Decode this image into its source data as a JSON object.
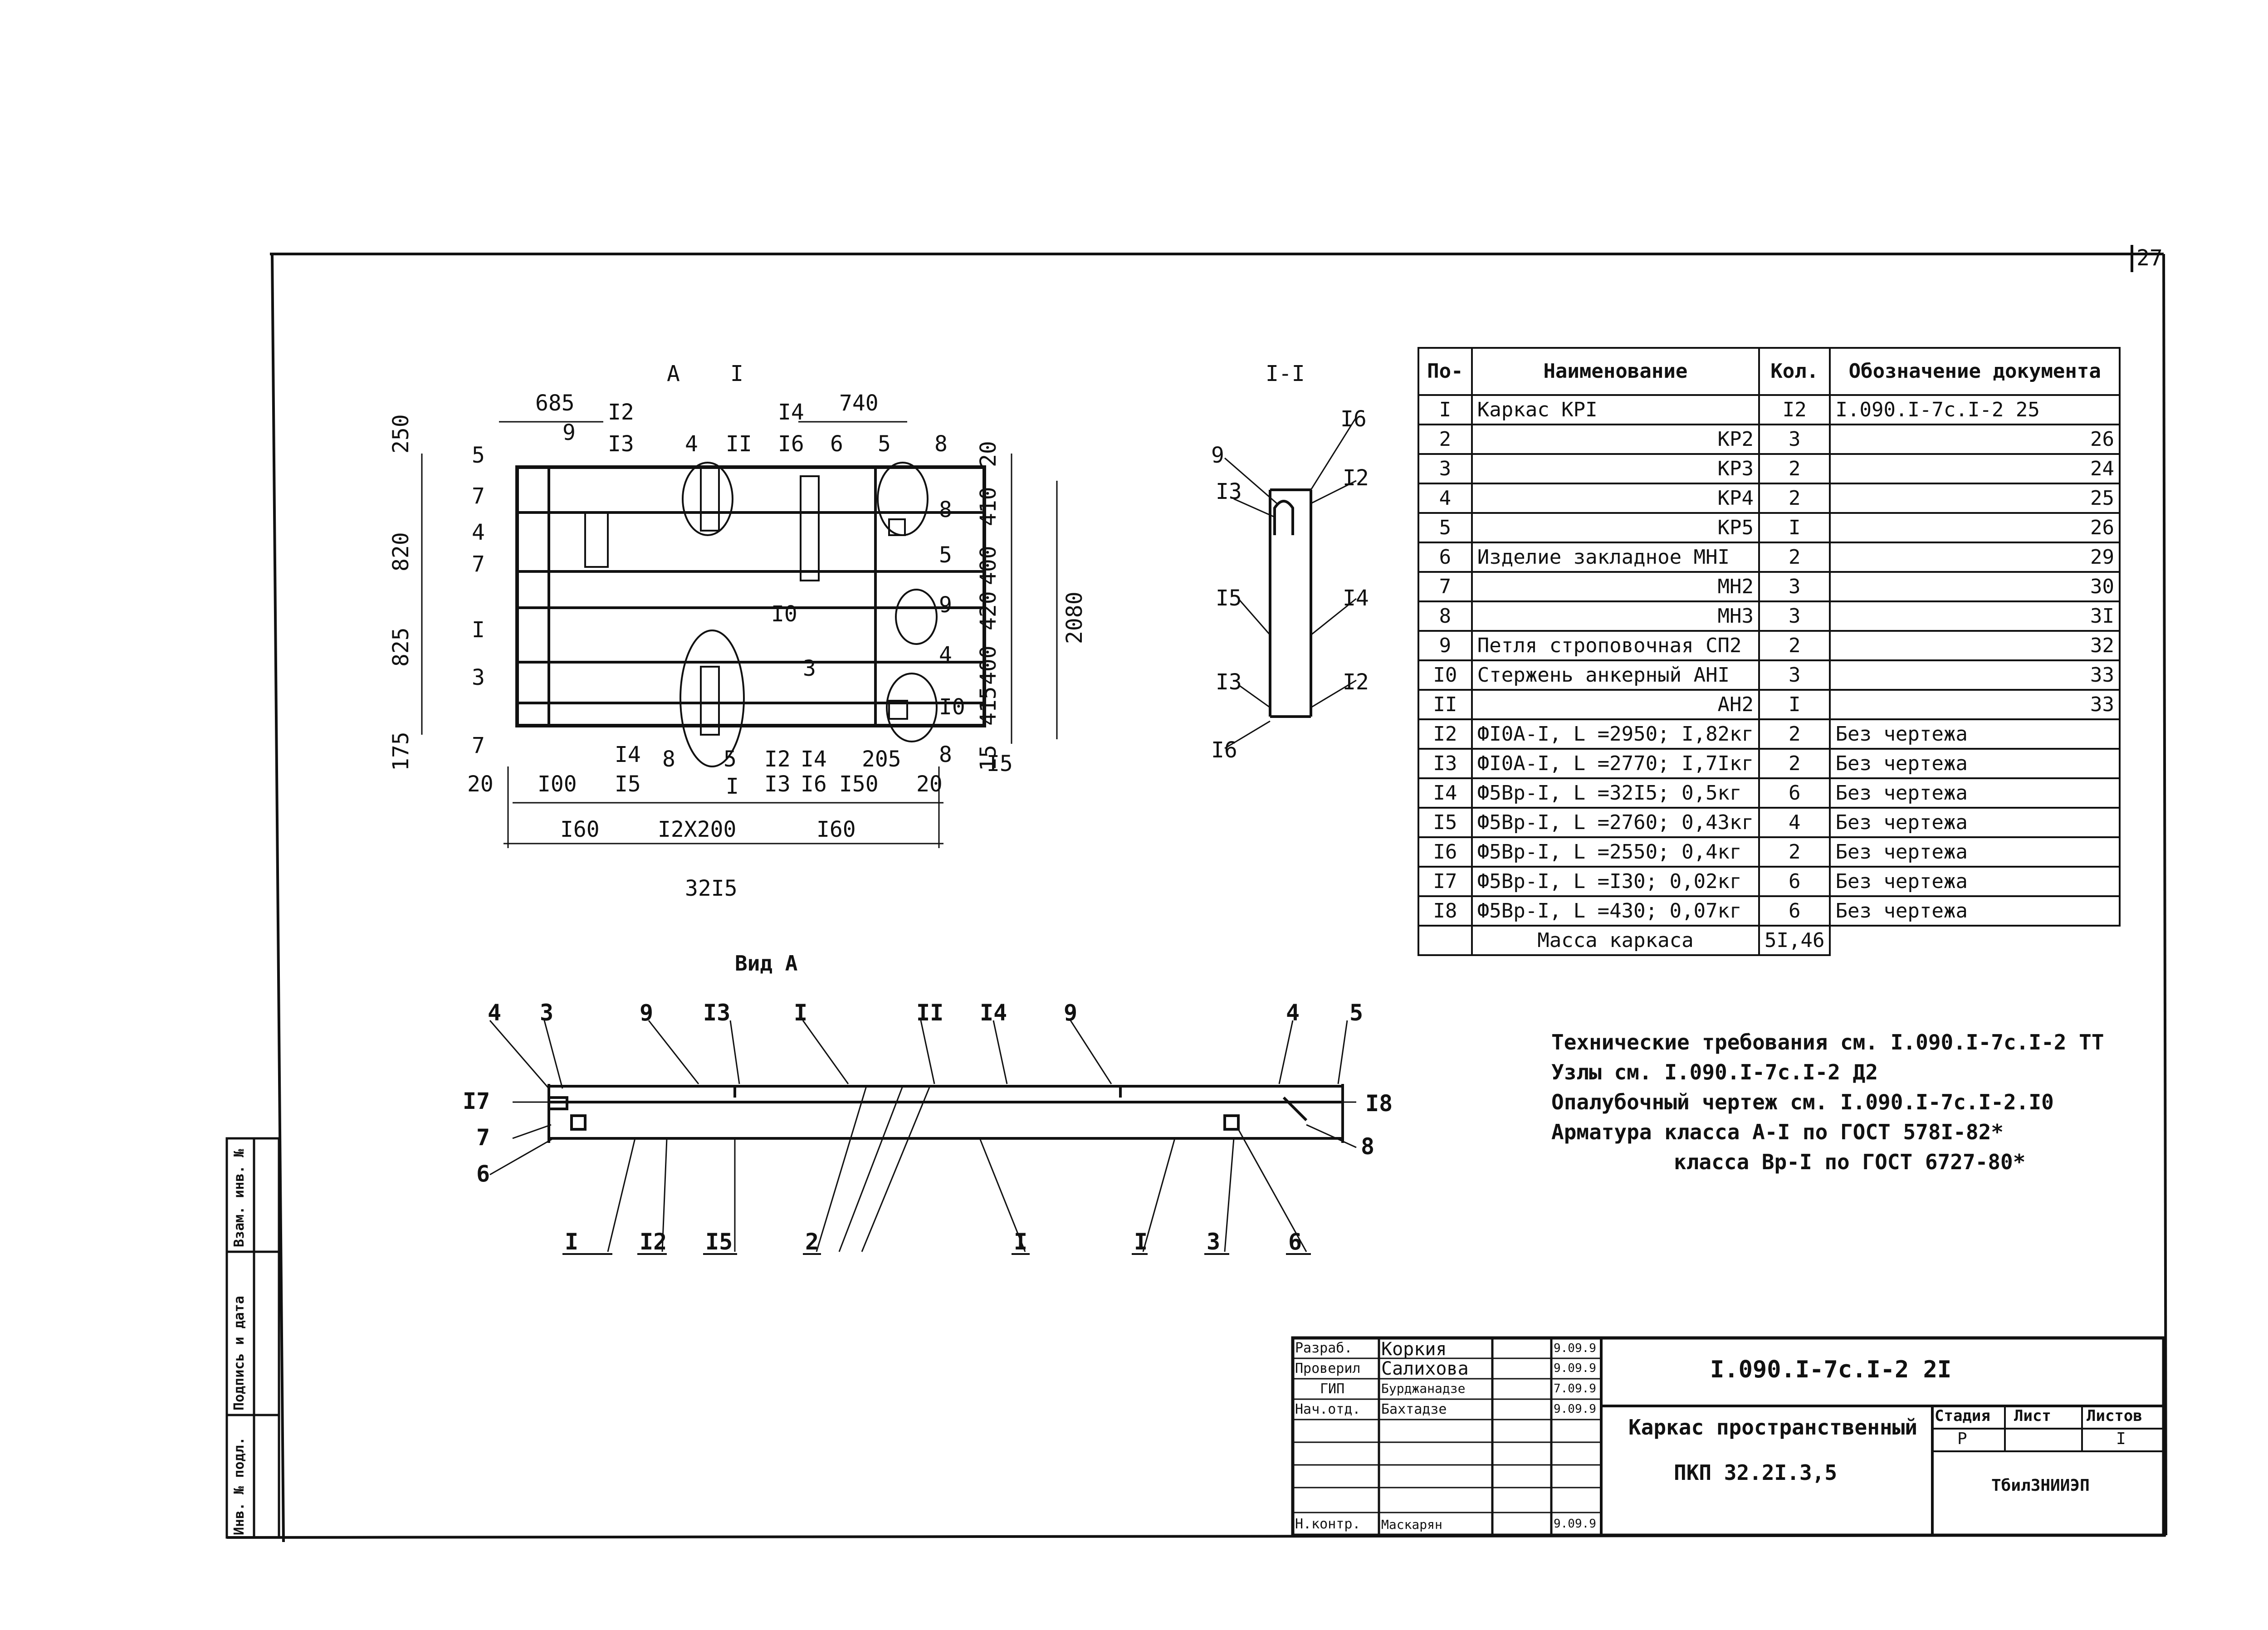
{
  "sheet": {
    "page_number": "27"
  },
  "plan": {
    "section_marks": {
      "a": "A",
      "one_top": "I",
      "one_bottom": "I"
    },
    "dims_top": [
      "685",
      "740"
    ],
    "dims_left": [
      "250",
      "820",
      "825",
      "175"
    ],
    "dims_right": [
      "20",
      "410",
      "400",
      "420",
      "400",
      "415",
      "15"
    ],
    "dim_total_height": "2080",
    "dims_bottom_small": [
      "20",
      "I00",
      "205",
      "20"
    ],
    "dims_bottom": [
      "I60",
      "I2X200",
      "I60"
    ],
    "dim_total_width": "32I5",
    "labels_top": [
      "I2",
      "I3",
      "4",
      "II",
      "I4",
      "I6",
      "6",
      "5",
      "8",
      "9"
    ],
    "labels_bottom": [
      "I4",
      "I5",
      "8",
      "5",
      "I2",
      "I3",
      "I4",
      "I6",
      "I50",
      "8",
      "I5"
    ],
    "labels_left": [
      "5",
      "7",
      "4",
      "7",
      "I",
      "3",
      "7"
    ],
    "labels_right": [
      "8",
      "5",
      "9",
      "4",
      "I0"
    ],
    "labels_inner": [
      "I0",
      "3"
    ]
  },
  "section": {
    "title": "I-I",
    "labels": [
      "I6",
      "9",
      "I2",
      "I3",
      "I5",
      "I4",
      "I3",
      "I2",
      "I6"
    ]
  },
  "view_a": {
    "title": "Вид А",
    "labels_top": [
      "4",
      "3",
      "9",
      "I3",
      "I",
      "II",
      "I4",
      "9",
      "4",
      "5"
    ],
    "labels_side": [
      "I7",
      "7",
      "6",
      "I8",
      "8"
    ],
    "labels_bottom": [
      "I",
      "I2",
      "I5",
      "2",
      "I",
      "I",
      "3",
      "6"
    ]
  },
  "spec_table": {
    "headers": [
      "По-",
      "Наименование",
      "Кол.",
      "Обозначение документа"
    ],
    "rows": [
      {
        "pos": "I",
        "name": "Каркас КРI",
        "qty": "I2",
        "doc": "I.090.I-7с.I-2 25"
      },
      {
        "pos": "2",
        "name": "КР2",
        "qty": "3",
        "doc": "26"
      },
      {
        "pos": "3",
        "name": "КР3",
        "qty": "2",
        "doc": "24"
      },
      {
        "pos": "4",
        "name": "КР4",
        "qty": "2",
        "doc": "25"
      },
      {
        "pos": "5",
        "name": "КР5",
        "qty": "I",
        "doc": "26"
      },
      {
        "pos": "6",
        "name": "Изделие закладное МНI",
        "qty": "2",
        "doc": "29"
      },
      {
        "pos": "7",
        "name": "МН2",
        "qty": "3",
        "doc": "30"
      },
      {
        "pos": "8",
        "name": "МН3",
        "qty": "3",
        "doc": "3I"
      },
      {
        "pos": "9",
        "name": "Петля строповочная СП2",
        "qty": "2",
        "doc": "32"
      },
      {
        "pos": "I0",
        "name": "Стержень анкерный АНI",
        "qty": "3",
        "doc": "33"
      },
      {
        "pos": "II",
        "name": "АН2",
        "qty": "I",
        "doc": "33"
      },
      {
        "pos": "I2",
        "name": "ФI0А-I, L =2950; I,82кг",
        "qty": "2",
        "doc": "Без чертежа"
      },
      {
        "pos": "I3",
        "name": "ФI0А-I, L =2770; I,7Iкг",
        "qty": "2",
        "doc": "Без чертежа"
      },
      {
        "pos": "I4",
        "name": "Ф5Вр-I, L =32I5; 0,5кг",
        "qty": "6",
        "doc": "Без чертежа"
      },
      {
        "pos": "I5",
        "name": "Ф5Вр-I, L =2760; 0,43кг",
        "qty": "4",
        "doc": "Без чертежа"
      },
      {
        "pos": "I6",
        "name": "Ф5Вр-I, L =2550; 0,4кг",
        "qty": "2",
        "doc": "Без чертежа"
      },
      {
        "pos": "I7",
        "name": "Ф5Вр-I, L =I30; 0,02кг",
        "qty": "6",
        "doc": "Без чертежа"
      },
      {
        "pos": "I8",
        "name": "Ф5Вр-I, L =430; 0,07кг",
        "qty": "6",
        "doc": "Без чертежа"
      }
    ],
    "mass_label": "Масса каркаса",
    "mass_value": "5I,46"
  },
  "notes": [
    "Технические требования см. I.090.I-7с.I-2 ТТ",
    "Узлы см. I.090.I-7с.I-2 Д2",
    "Опалубочный чертеж см. I.090.I-7с.I-2.I0",
    "Арматура класса А-I по ГОСТ 578I-82*",
    "класса Вр-I по ГОСТ 6727-80*"
  ],
  "title_block": {
    "designation": "I.090.I-7с.I-2 2I",
    "title_line1": "Каркас пространственный",
    "title_line2": "ПКП 32.2I.3,5",
    "stage_label": "Стадия",
    "sheet_label": "Лист",
    "sheets_label": "Листов",
    "stage": "Р",
    "sheets": "I",
    "org": "ТбилЗНИИЭП",
    "people": [
      {
        "role": "Разраб.",
        "name": "Коркия",
        "date": "9.09.9"
      },
      {
        "role": "Проверил",
        "name": "Салихова",
        "date": "9.09.9"
      },
      {
        "role": "ГИП",
        "name": "Бурджанадзе",
        "date": "7.09.9"
      },
      {
        "role": "Нач.отд.",
        "name": "Бахтадзе",
        "date": "9.09.9"
      },
      {
        "role": "Н.контр.",
        "name": "Маскарян",
        "date": "9.09.9"
      }
    ]
  },
  "left_strip": [
    "Инв. № подл.",
    "Подпись и дата",
    "Взам. инв. №"
  ]
}
